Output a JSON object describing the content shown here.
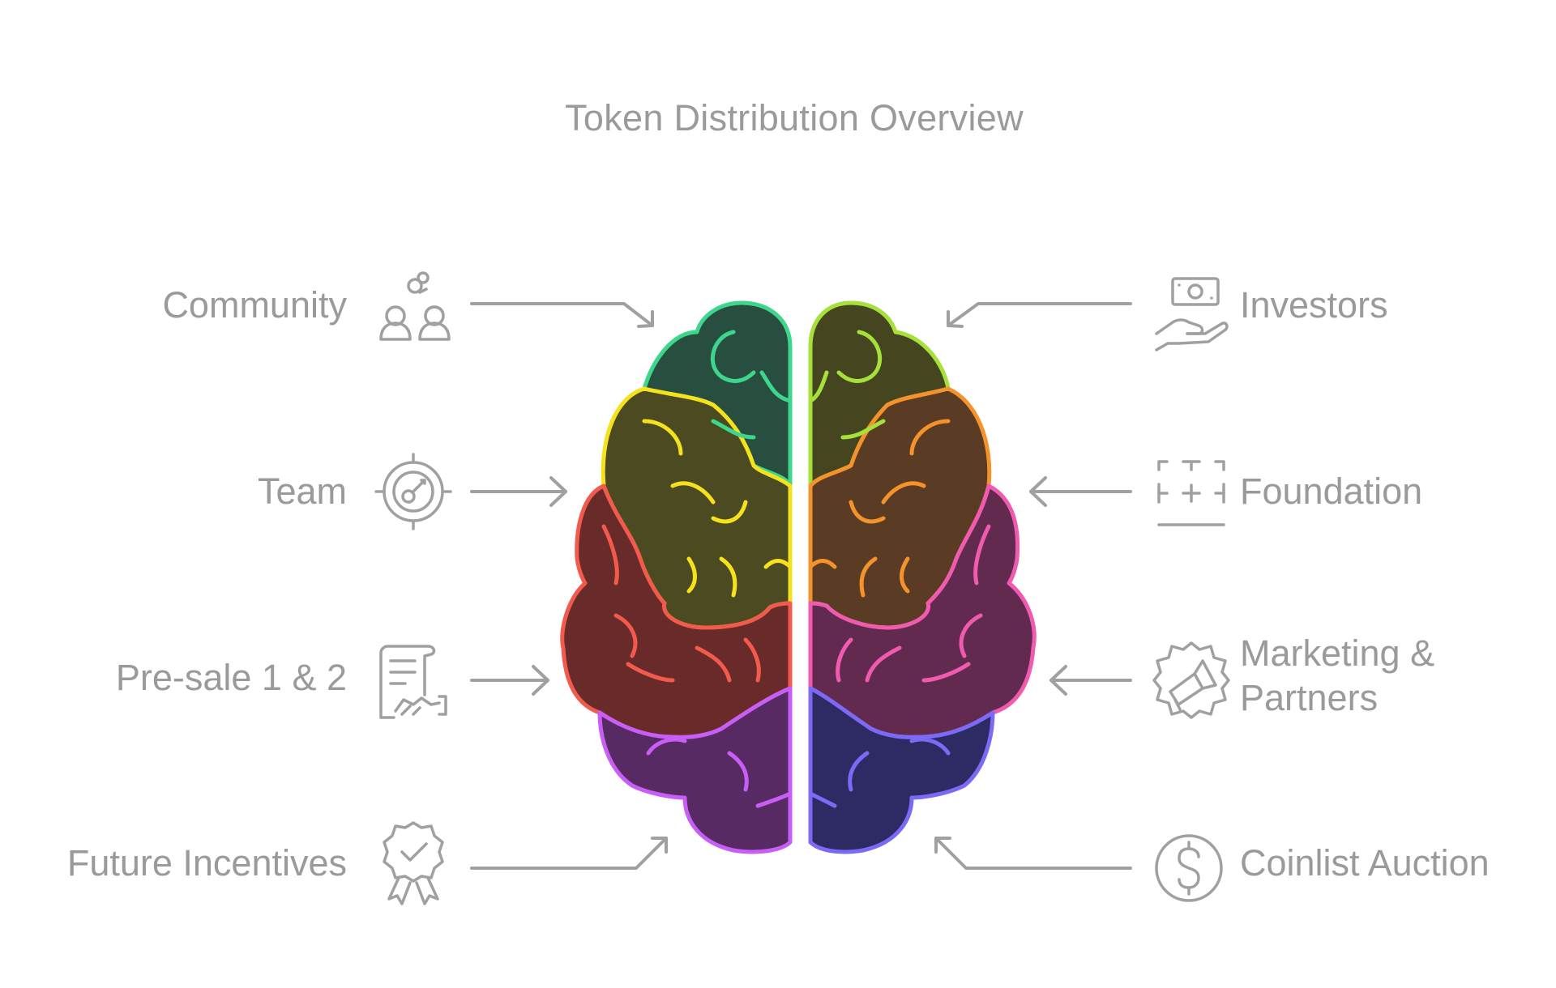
{
  "title": "Token Distribution Overview",
  "colors": {
    "text": "#9a9a9a",
    "icon": "#a0a0a0",
    "community": "#3dd68c",
    "team": "#f5e11c",
    "presale": "#f25a4e",
    "future": "#c85ef5",
    "investors": "#a6e03a",
    "foundation": "#f4922c",
    "marketing": "#f05bb0",
    "coinlist": "#7a6af5"
  },
  "left_items": [
    {
      "label": "Community",
      "icon": "community-icon"
    },
    {
      "label": "Team",
      "icon": "target-icon"
    },
    {
      "label": "Pre-sale 1 & 2",
      "icon": "contract-handshake-icon"
    },
    {
      "label": "Future Incentives",
      "icon": "award-badge-icon"
    }
  ],
  "right_items": [
    {
      "label": "Investors",
      "icon": "money-hand-icon"
    },
    {
      "label": "Foundation",
      "icon": "foundation-grid-icon"
    },
    {
      "label_line1": "Marketing &",
      "label_line2": "Partners",
      "icon": "megaphone-badge-icon"
    },
    {
      "label": "Coinlist Auction",
      "icon": "dollar-coin-icon"
    }
  ]
}
